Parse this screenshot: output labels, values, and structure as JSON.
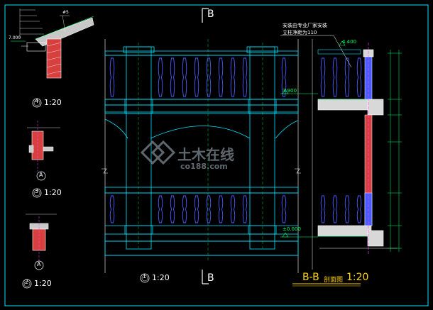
{
  "drawing": {
    "border_color": "#00e5ff",
    "background_color": "#000000",
    "section_marks": {
      "top": "B",
      "bottom": "B"
    },
    "details": [
      {
        "number": "4",
        "scale": "1:20"
      },
      {
        "number": "3",
        "scale": "1:20"
      },
      {
        "number": "2",
        "scale": "1:20"
      },
      {
        "number": "1",
        "scale": "1:20"
      }
    ],
    "axis_marker": "A",
    "elevations": {
      "top": "4.400",
      "middle": "3.900",
      "bottom": "±0.000"
    },
    "note_line1": "安装由专业厂家安装",
    "note_line2": "立柱净距为110",
    "section_title": "B-B",
    "section_title_suffix": "剖面图",
    "section_title_scale": "1:20",
    "detail4_callouts": [
      "7.000",
      "#5"
    ],
    "watermark_text": "土木在线",
    "watermark_sub": "co188.com",
    "colors": {
      "structure": "#00e5ff",
      "baluster": "#4a5cff",
      "section_fill": "#d8d8d8",
      "hatch": "#ff4040",
      "dimension": "#00ff66",
      "accent": "#ff40ff",
      "title": "#ffd400"
    }
  }
}
